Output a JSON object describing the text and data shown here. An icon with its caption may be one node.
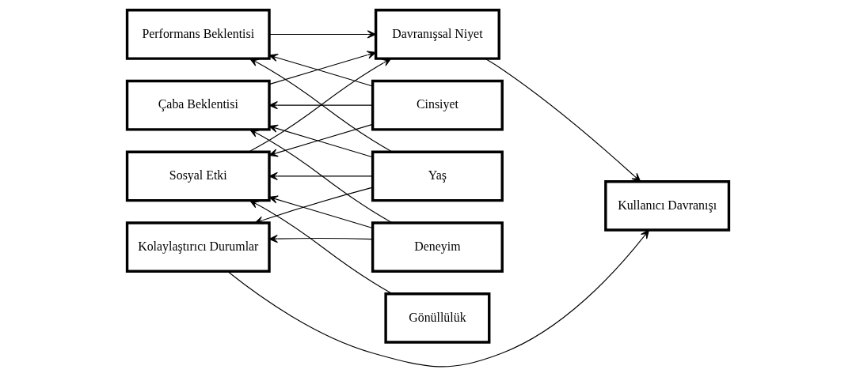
{
  "diagram": {
    "nodes": [
      {
        "text": [
          "Performans Beklentisi"
        ]
      },
      {
        "text": [
          "Çaba Beklentisi"
        ]
      },
      {
        "text": [
          "Sosyal Etki"
        ]
      },
      {
        "text": [
          "Kolaylaştırıcı Durumlar"
        ]
      },
      {
        "text": [
          "Davranışsal Niyet"
        ]
      },
      {
        "text": [
          "Kullanıcı Davranışı"
        ]
      },
      {
        "text": [
          "Cinsiyet"
        ]
      },
      {
        "text": [
          "Yaş"
        ]
      },
      {
        "text": [
          "Deneyim"
        ]
      },
      {
        "text": [
          "Gönüllülük"
        ]
      }
    ],
    "edges": [
      {
        "from": 0,
        "to": 4,
        "arrow": "to"
      },
      {
        "from": 1,
        "to": 4,
        "arrow": "to"
      },
      {
        "from": 2,
        "to": 4,
        "arrow": "to"
      },
      {
        "from": 4,
        "to": 5,
        "arrow": "to"
      },
      {
        "from": 3,
        "to": 5,
        "arrow": "to"
      },
      {
        "from": 6,
        "to": 0,
        "arrow": "to"
      },
      {
        "from": 6,
        "to": 1,
        "arrow": "to"
      },
      {
        "from": 6,
        "to": 2,
        "arrow": "to"
      },
      {
        "from": 7,
        "to": 0,
        "arrow": "to"
      },
      {
        "from": 7,
        "to": 1,
        "arrow": "to"
      },
      {
        "from": 7,
        "to": 2,
        "arrow": "to"
      },
      {
        "from": 7,
        "to": 3,
        "arrow": "to"
      },
      {
        "from": 8,
        "to": 1,
        "arrow": "to"
      },
      {
        "from": 8,
        "to": 2,
        "arrow": "to"
      },
      {
        "from": 8,
        "to": 3,
        "arrow": "to"
      },
      {
        "from": 9,
        "to": 2,
        "arrow": "to"
      }
    ]
  }
}
